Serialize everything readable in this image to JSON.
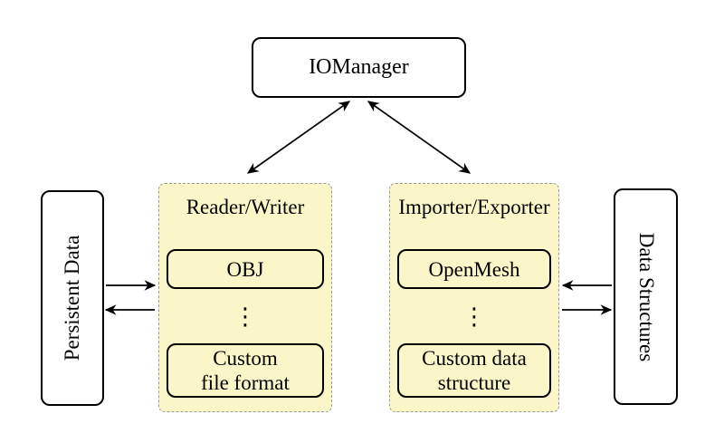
{
  "title_node": {
    "label": "IOManager"
  },
  "side_nodes": {
    "persistent_data": {
      "label": "Persistent Data"
    },
    "data_structures": {
      "label": "Data Structures"
    }
  },
  "groups": {
    "reader_writer": {
      "title": "Reader/Writer",
      "item_top": "OBJ",
      "dots": "⋮",
      "item_bottom_line1": "Custom",
      "item_bottom_line2": "file format"
    },
    "importer_exporter": {
      "title": "Importer/Exporter",
      "item_top": "OpenMesh",
      "dots": "⋮",
      "item_bottom_line1": "Custom data",
      "item_bottom_line2": "structure"
    }
  },
  "colors": {
    "group_fill": "#FBF6C8",
    "group_border": "#9A9A9A",
    "node_border": "#000000",
    "node_fill": "#FFFFFF",
    "arrow": "#000000",
    "background": "#FFFFFF"
  }
}
